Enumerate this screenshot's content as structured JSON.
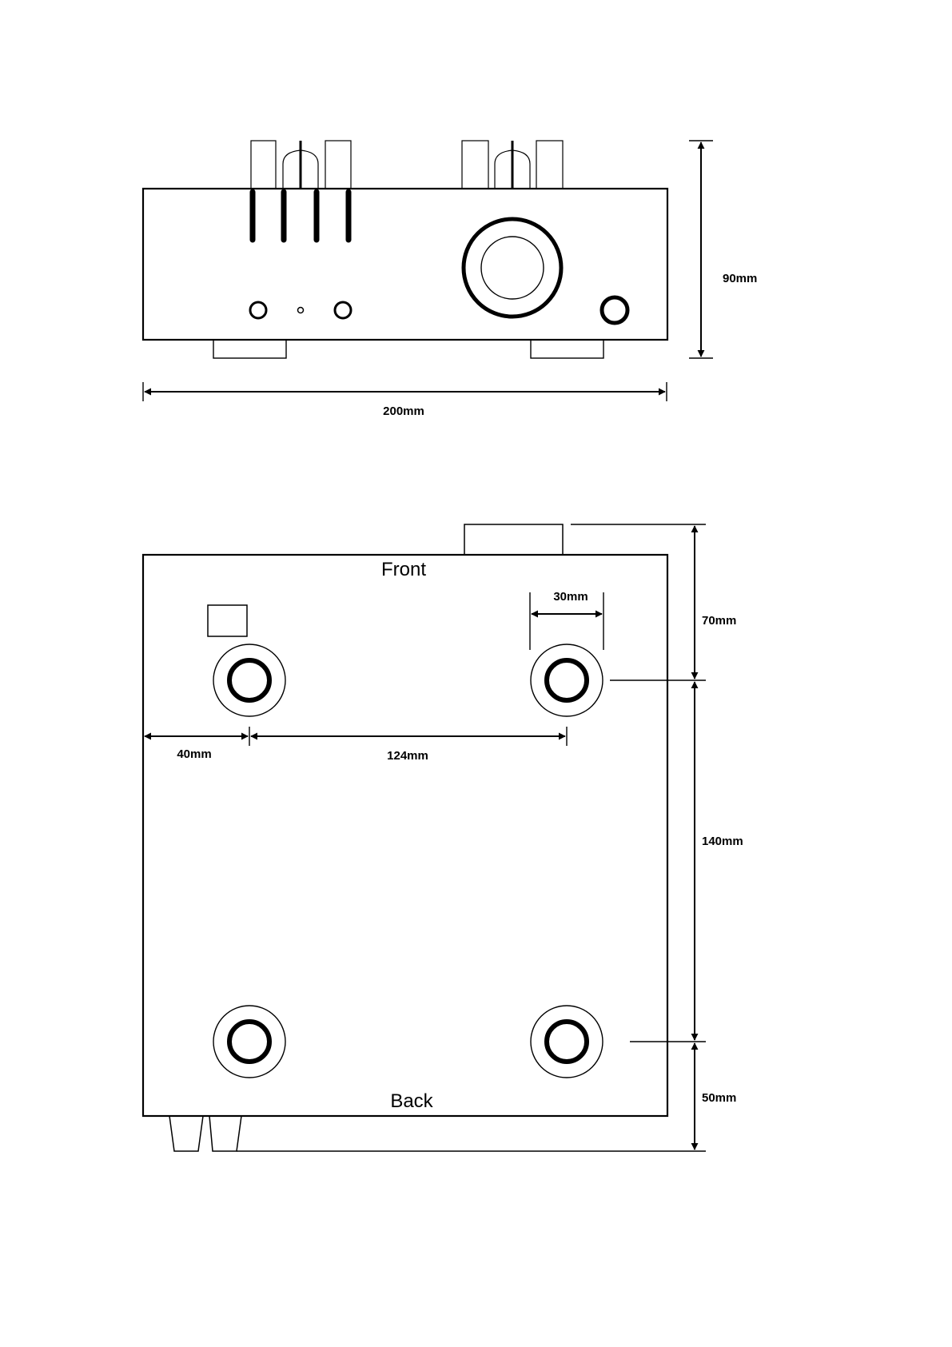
{
  "front_view": {
    "width_label": "200mm",
    "height_label": "90mm"
  },
  "top_view": {
    "front_label": "Front",
    "back_label": "Back",
    "foot_diameter_label": "30mm",
    "left_offset_label": "40mm",
    "foot_spacing_label": "124mm",
    "front_to_foot_label": "70mm",
    "foot_to_foot_label": "140mm",
    "foot_to_back_label": "50mm"
  }
}
